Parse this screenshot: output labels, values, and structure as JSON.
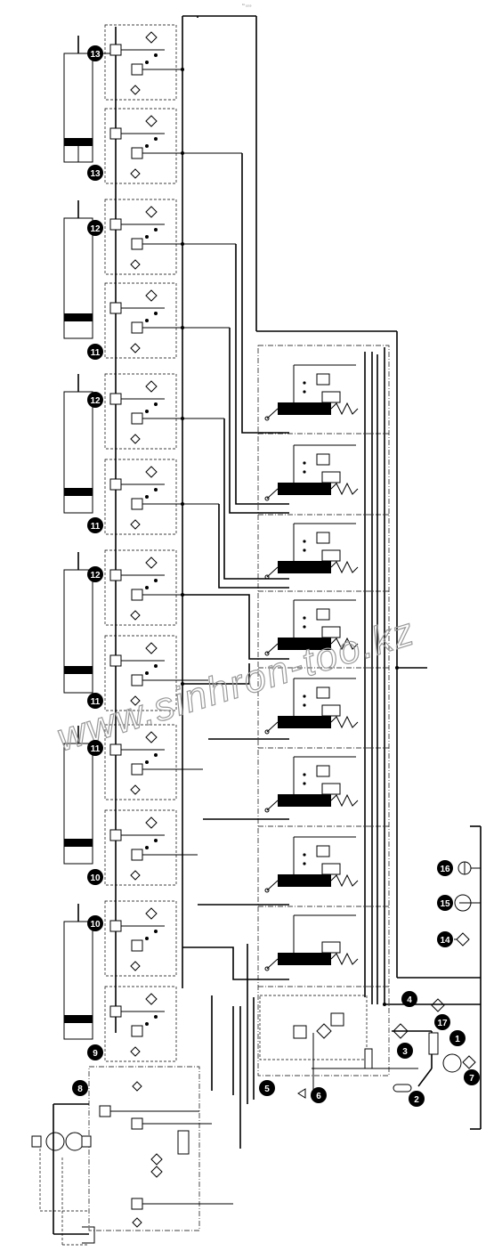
{
  "header_mark": "¹⁶ ₁₀₀₀",
  "watermark": "www.sinhron-too.kz",
  "cylinder_badges": [
    "13",
    "13",
    "12",
    "11",
    "12",
    "11",
    "12",
    "11",
    "11",
    "10",
    "10",
    "9"
  ],
  "aux_badges": [
    "8",
    "5",
    "6",
    "2",
    "3",
    "4",
    "17",
    "1",
    "7",
    "16",
    "15",
    "14"
  ]
}
